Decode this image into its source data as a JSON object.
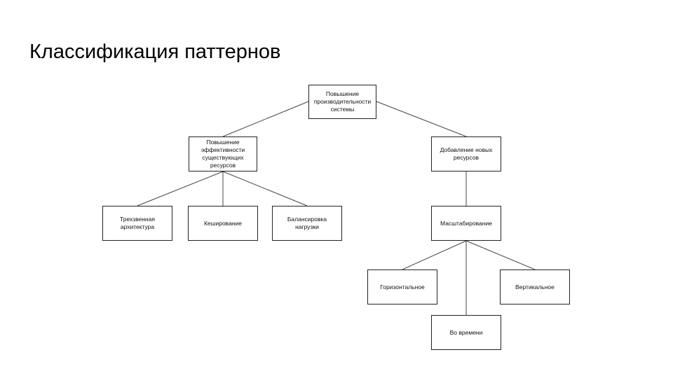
{
  "slide": {
    "title": "Классификация паттернов"
  },
  "diagram": {
    "root": "Повышение\nпроизводительности\nсистемы",
    "efficiency": "Повышение\nэффективности\nсуществующих\nресурсов",
    "add_resources": "Добавление новых\nресурсов",
    "three_tier": "Трехзвенная\nархитектура",
    "caching": "Кеширование",
    "load_balancing": "Балансировка\nнагрузки",
    "scaling": "Масштабирование",
    "horizontal": "Горизонтальное",
    "vertical": "Вертикальное",
    "in_time": "Во времени"
  }
}
